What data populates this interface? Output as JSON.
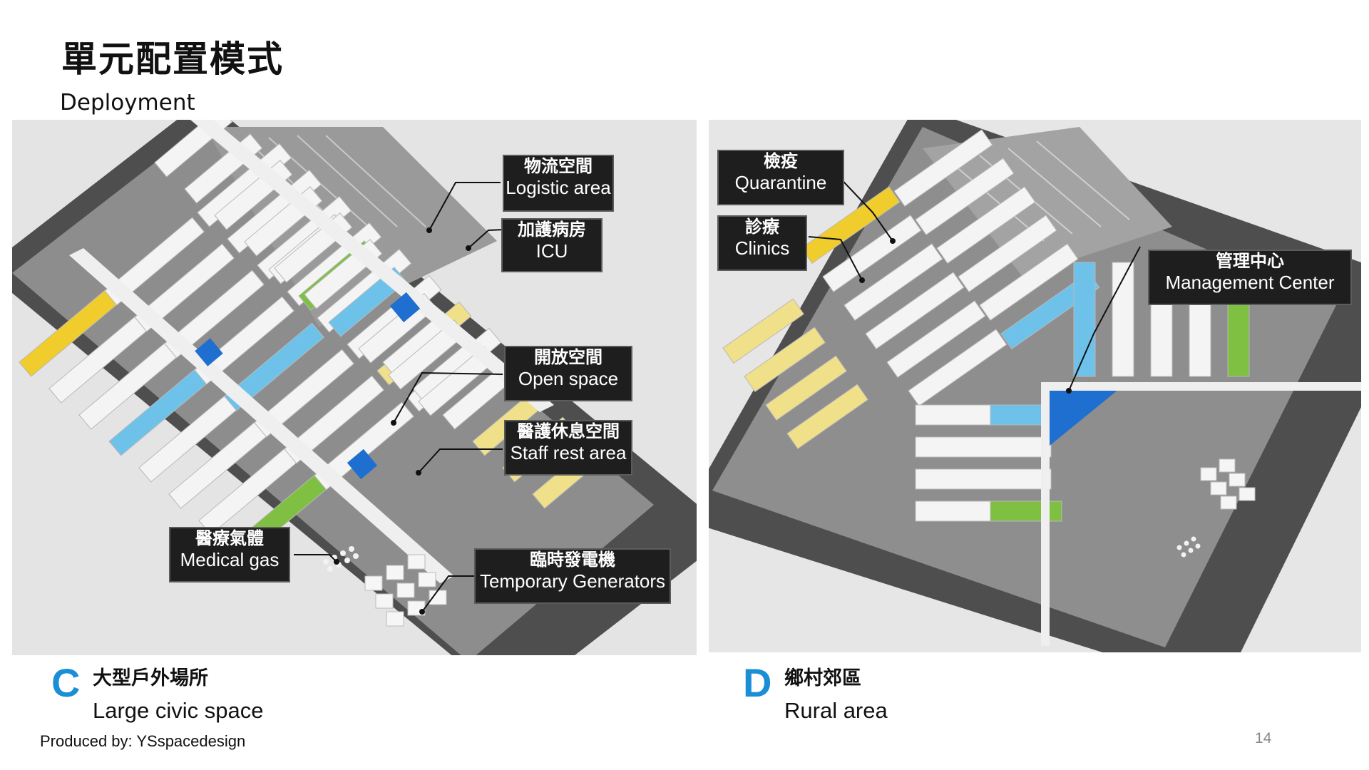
{
  "header": {
    "title": "單元配置模式",
    "subtitle": "Deployment"
  },
  "colors": {
    "road": "#4e4e4e",
    "ground": "#8a8a8a",
    "tent": "#f4f4f4",
    "corridor": "#ececec",
    "yellow": "#f0cd2c",
    "orange": "#f0a23c",
    "green": "#7fc043",
    "light_blue": "#6ec2ea",
    "blue": "#1f6fd0",
    "pale_yellow": "#f1e08a",
    "callout_bg": "#1e1e1e",
    "accent": "#1a8fd6"
  },
  "panel_c": {
    "letter": "C",
    "caption_zh": "大型戶外場所",
    "caption_en": "Large civic space",
    "callouts": [
      {
        "zh": "物流空間",
        "en": "Logistic area"
      },
      {
        "zh": "加護病房",
        "en": "ICU"
      },
      {
        "zh": "開放空間",
        "en": "Open space"
      },
      {
        "zh": "醫護休息空間",
        "en": "Staff rest area"
      },
      {
        "zh": "醫療氣體",
        "en": "Medical gas"
      },
      {
        "zh": "臨時發電機",
        "en": "Temporary Generators"
      }
    ]
  },
  "panel_d": {
    "letter": "D",
    "caption_zh": "鄉村郊區",
    "caption_en": "Rural area",
    "callouts": [
      {
        "zh": "檢疫",
        "en": "Quarantine"
      },
      {
        "zh": "診療",
        "en": "Clinics"
      },
      {
        "zh": "管理中心",
        "en": "Management Center"
      }
    ]
  },
  "footer": {
    "credit": "Produced by: YSspacedesign",
    "page_number": "14"
  }
}
